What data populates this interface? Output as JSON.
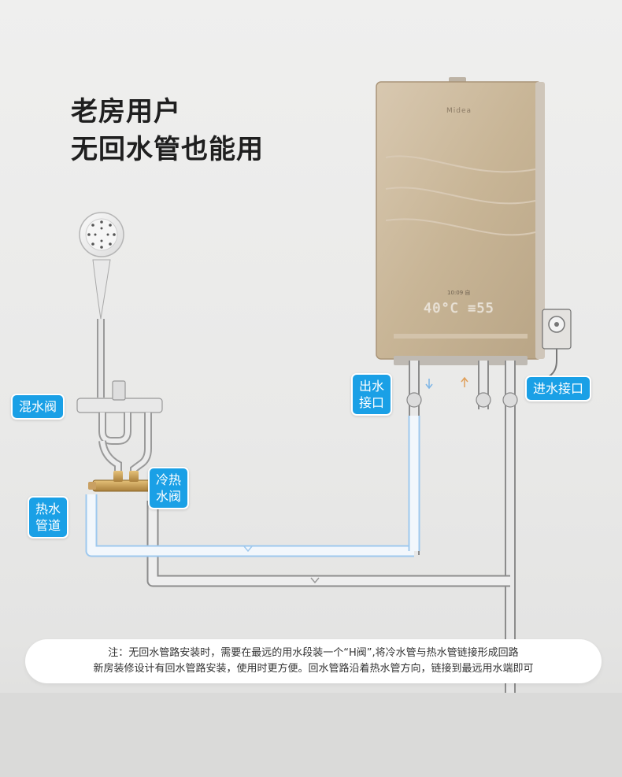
{
  "headline": {
    "line1": "老房用户",
    "line2": "无回水管也能用"
  },
  "heater": {
    "brand": "Midea",
    "small_label": "10:09 自",
    "display": "40°C ≡55"
  },
  "callouts": {
    "mixing_valve": "混水阀",
    "hot_pipe_1": "热水",
    "hot_pipe_2": "管道",
    "hc_valve_1": "冷热",
    "hc_valve_2": "水阀",
    "outlet_1": "出水",
    "outlet_2": "接口",
    "inlet": "进水接口"
  },
  "note": {
    "line1": "注：无回水管路安装时，需要在最远的用水段装一个“H阀”,将冷水管与热水管链接形成回路",
    "line2": "新房装修设计有回水管路安装，使用时更方便。回水管路沿着热水管方向，链接到最远用水端即可"
  },
  "colors": {
    "callout_bg": "#1aa0e6",
    "hot_pipe": "#9ec8ee",
    "heater_body": "#c9b69a"
  }
}
